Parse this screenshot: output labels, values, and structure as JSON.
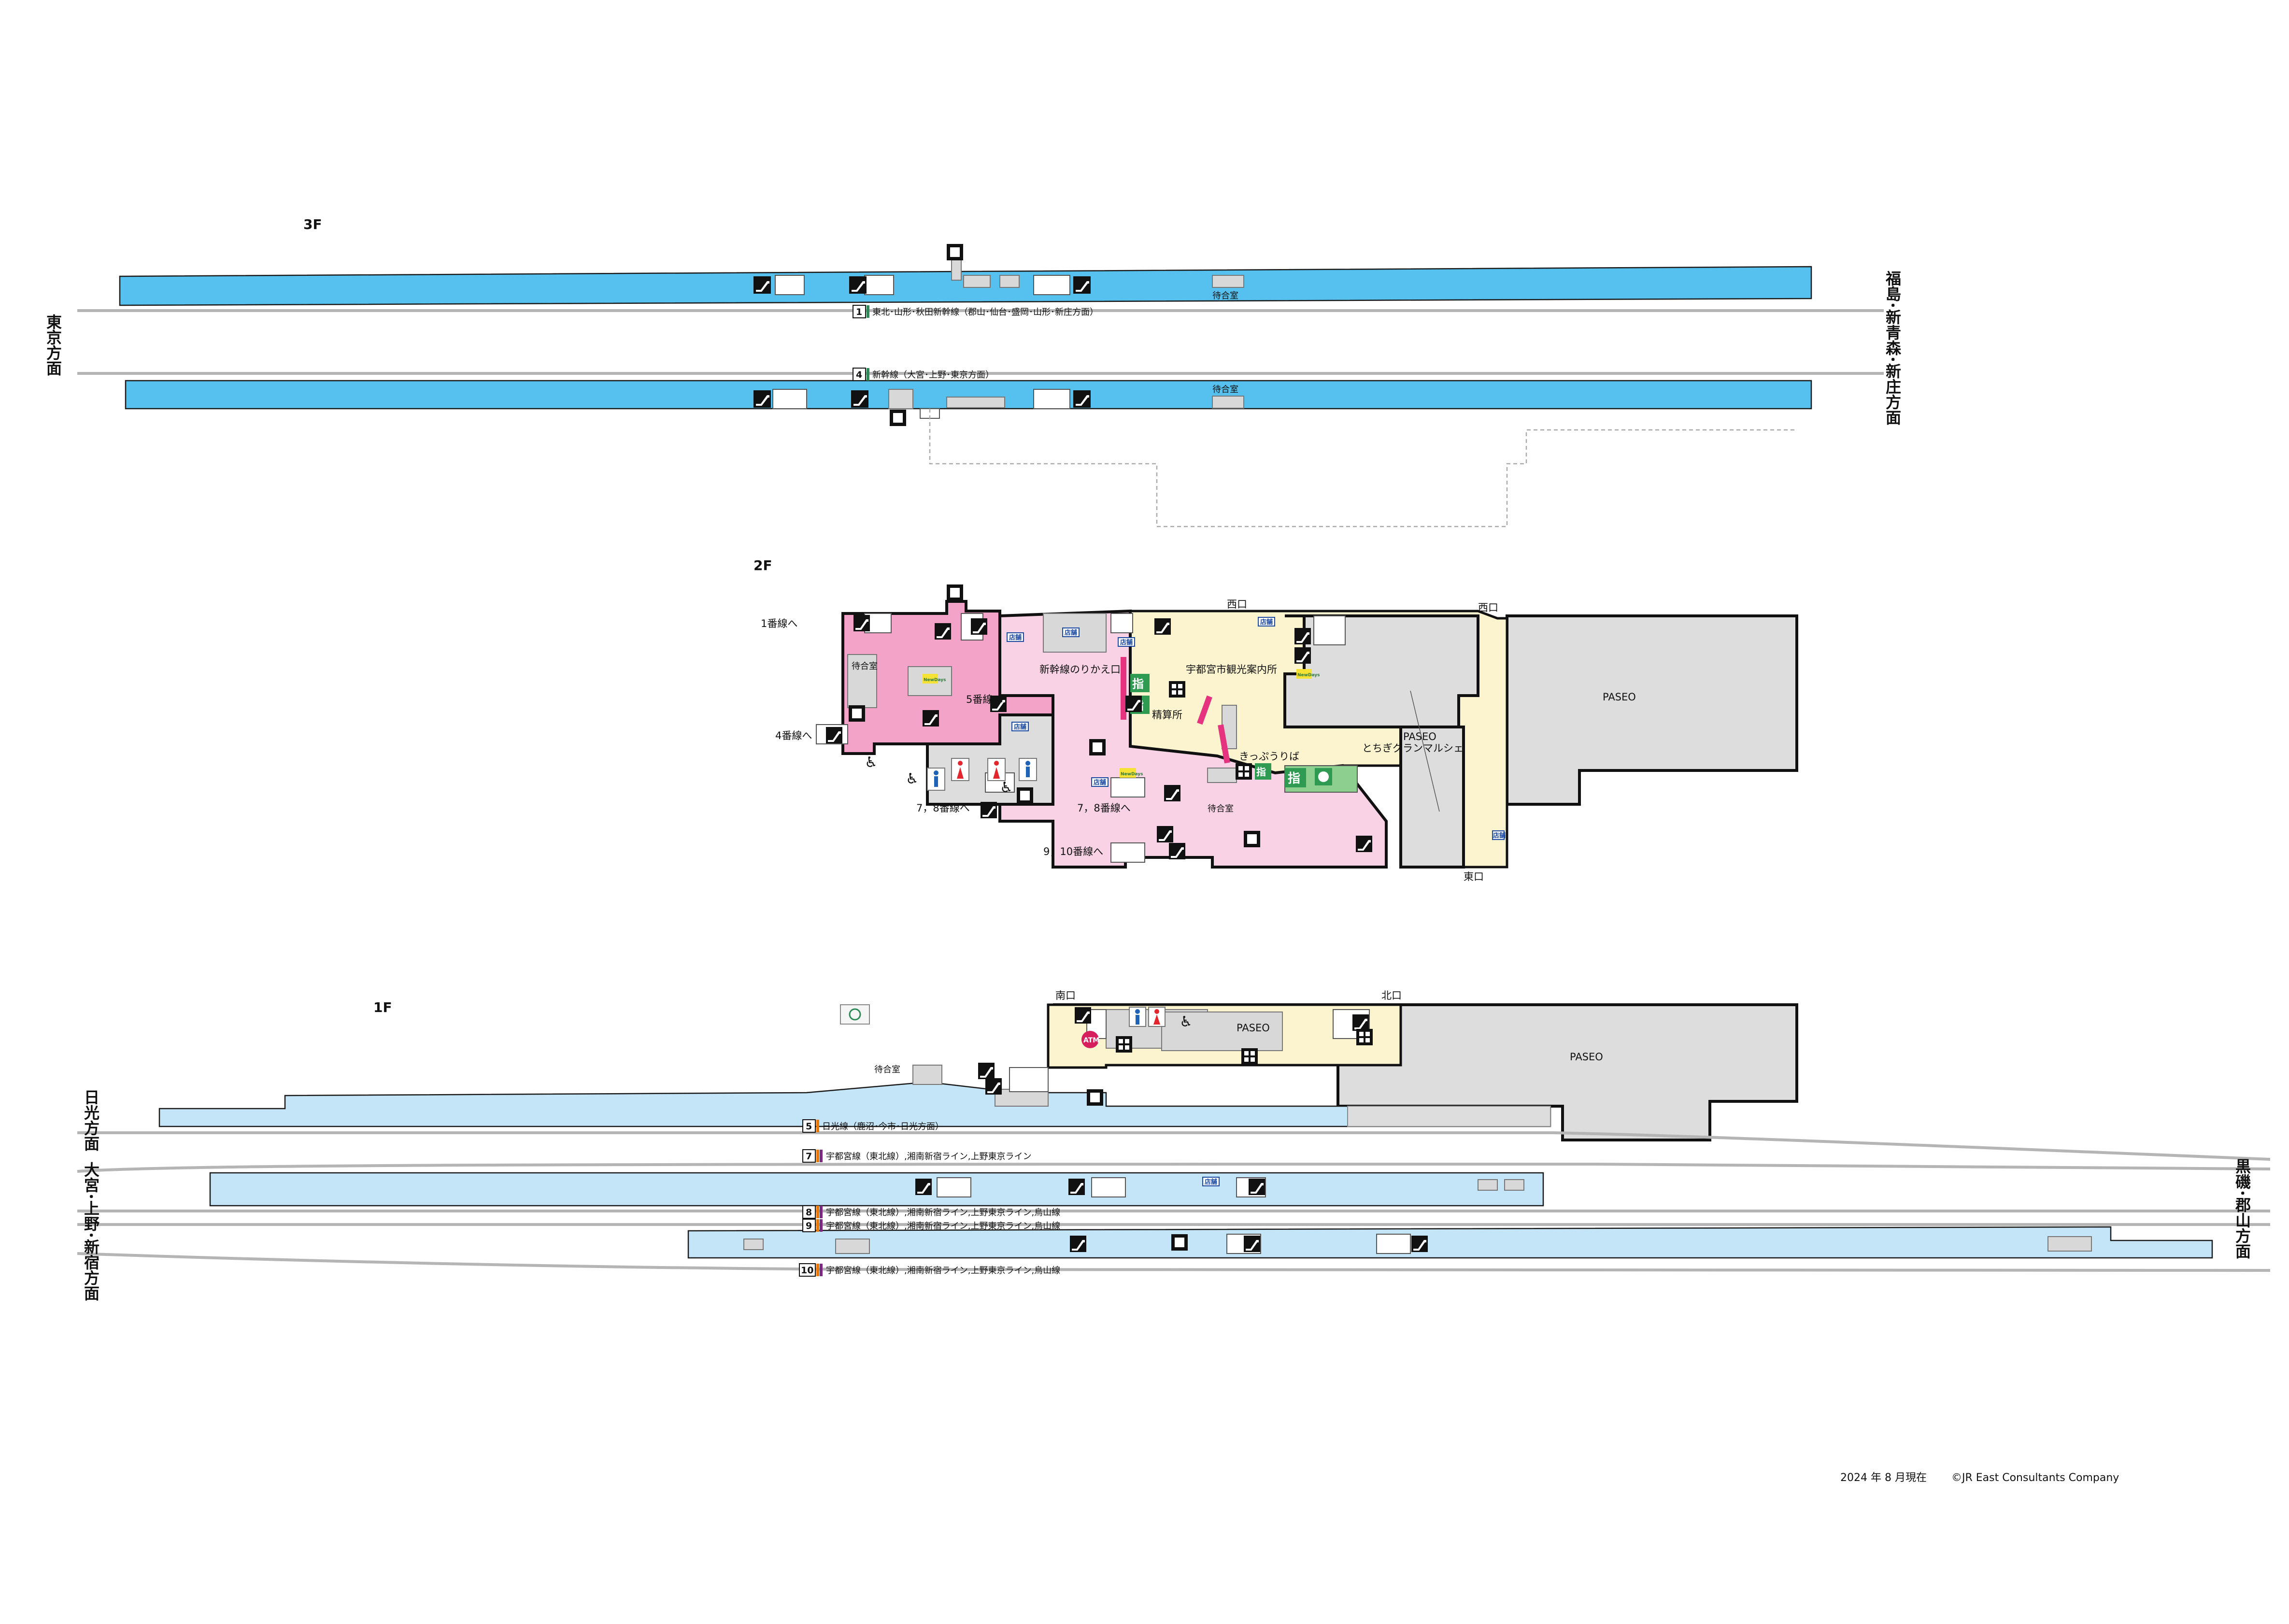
{
  "floors": {
    "f3": "3F",
    "f2": "2F",
    "f1": "1F"
  },
  "directions": {
    "tokyo": "東京方面",
    "fukushima": "福島･新青森･新庄方面",
    "nikko": "日光方面",
    "omiya": "大宮･上野･新宿方面",
    "kuroiso": "黒磯･郡山方面"
  },
  "tracks": [
    {
      "num": "1",
      "label": "東北･山形･秋田新幹線（郡山･仙台･盛岡･山形･新庄方面）",
      "color": "#2e8b57"
    },
    {
      "num": "4",
      "label": "新幹線（大宮･上野･東京方面）",
      "color": "#2e8b57"
    },
    {
      "num": "5",
      "label": "日光線（鹿沼･今市･日光方面）",
      "color": "#e8780a"
    },
    {
      "num": "7",
      "label": "宇都宮線（東北線）,湘南新宿ライン,上野東京ライン",
      "color": "#e8780a"
    },
    {
      "num": "8",
      "label": "宇都宮線（東北線）,湘南新宿ライン,上野東京ライン,烏山線",
      "color": "#e8780a"
    },
    {
      "num": "9",
      "label": "宇都宮線（東北線）,湘南新宿ライン,上野東京ライン,烏山線",
      "color": "#e8780a"
    },
    {
      "num": "10",
      "label": "宇都宮線（東北線）,湘南新宿ライン,上野東京ライン,烏山線",
      "color": "#e8780a"
    }
  ],
  "labels": {
    "waiting_room": "待合室",
    "to_track1": "1番線へ",
    "to_track4": "4番線へ",
    "to_track5": "5番線へ",
    "to_track78_a": "7，8番線へ",
    "to_track78_b": "7，8番線へ",
    "to_track910": "9，10番線へ",
    "transfer_gate": "新幹線のりかえ口",
    "tourist_info": "宇都宮市観光案内所",
    "fare_adjust": "精算所",
    "ticket_office": "きっぷうりば",
    "west_exit_1": "西口",
    "west_exit_2": "西口",
    "east_exit": "東口",
    "south_exit": "南口",
    "north_exit": "北口",
    "paseo": "PASEO",
    "paseo_market_1": "PASEO",
    "paseo_market_2": "とちぎグランマルシェ",
    "reserved": "指",
    "shop": "店舗",
    "atm": "ATM",
    "newdays": "NewDays"
  },
  "footer": {
    "date": "2024 年 8 月現在",
    "copyright": "©JR East Consultants Company"
  }
}
